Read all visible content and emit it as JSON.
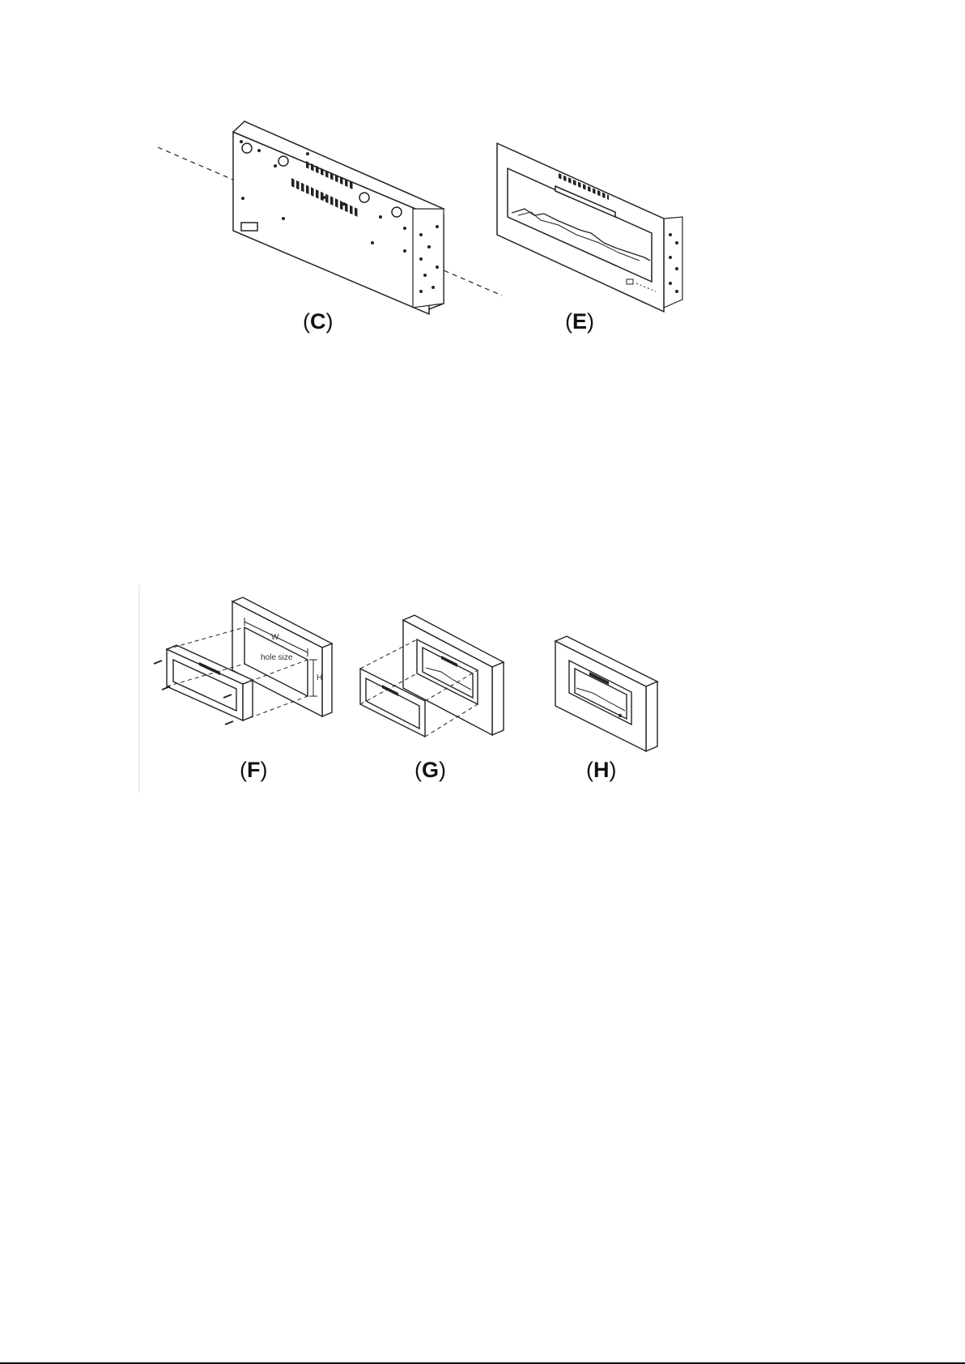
{
  "figures": {
    "c": {
      "label_open": "(",
      "letter": "C",
      "label_close": ")"
    },
    "e": {
      "label_open": "(",
      "letter": "E",
      "label_close": ")"
    },
    "f": {
      "label_open": "(",
      "letter": "F",
      "label_close": ")"
    },
    "g": {
      "label_open": "(",
      "letter": "G",
      "label_close": ")"
    },
    "h": {
      "label_open": "(",
      "letter": "H",
      "label_close": ")"
    }
  },
  "dimensions": {
    "width_label": "W",
    "height_label": "H",
    "hole_label": "hole size"
  },
  "colors": {
    "line": "#222222",
    "background": "#ffffff"
  }
}
